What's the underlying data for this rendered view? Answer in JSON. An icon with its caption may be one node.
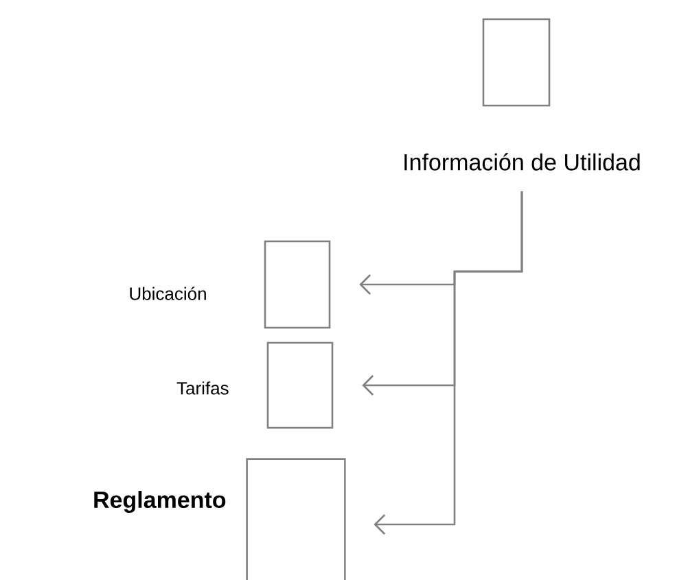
{
  "diagram": {
    "nodes": [
      {
        "text": [
          "Información de Utilidad"
        ]
      },
      {
        "text": [
          "Ubicación"
        ]
      },
      {
        "text": [
          "Tarifas"
        ]
      },
      {
        "text": [
          "**Reglamento**"
        ]
      }
    ],
    "edges": [
      {
        "from": 0,
        "to": 1,
        "arrow": "to"
      },
      {
        "from": 0,
        "to": 2,
        "arrow": "to"
      },
      {
        "from": 0,
        "to": 3,
        "arrow": "to"
      }
    ]
  }
}
